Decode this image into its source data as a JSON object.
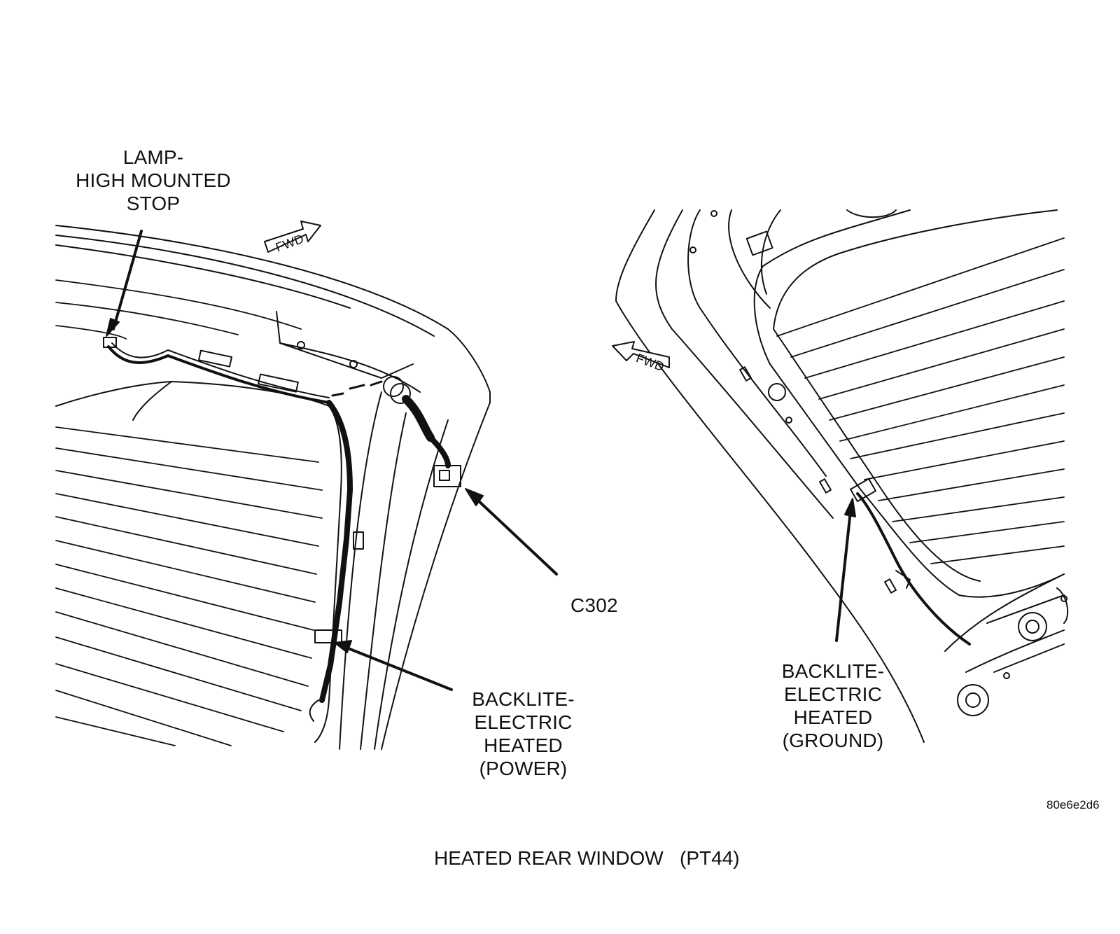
{
  "left_view": {
    "callout_lamp": [
      "LAMP-",
      "HIGH MOUNTED",
      "STOP"
    ],
    "callout_connector": "C302",
    "callout_power": [
      "BACKLITE-",
      "ELECTRIC",
      "HEATED",
      "(POWER)"
    ],
    "fwd_label": "FWD"
  },
  "right_view": {
    "callout_ground": [
      "BACKLITE-",
      "ELECTRIC",
      "HEATED",
      "(GROUND)"
    ],
    "fwd_label": "FWD"
  },
  "reference_code": "80e6e2d6",
  "caption": "HEATED REAR WINDOW   (PT44)"
}
